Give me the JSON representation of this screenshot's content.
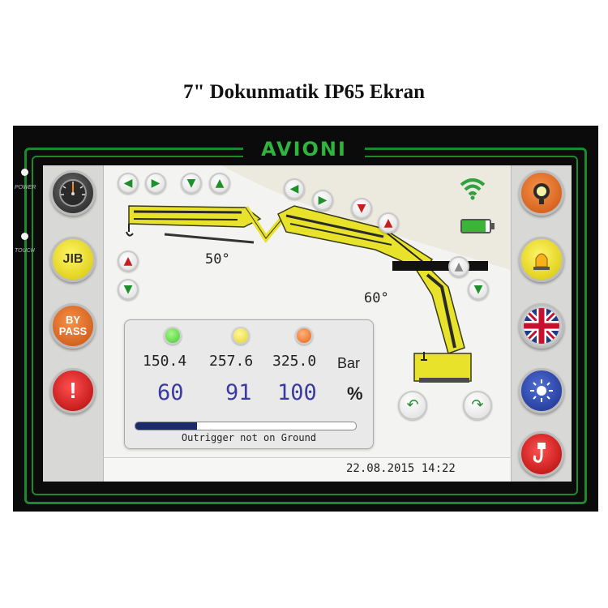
{
  "heading": "7\" Dokunmatik IP65 Ekran",
  "device": {
    "brand": "AVIONI",
    "led_power_label": "POWER",
    "led_touch_label": "TOUCH"
  },
  "left_buttons": [
    {
      "name": "gauge",
      "icon": "gauge-icon",
      "label": ""
    },
    {
      "name": "jib",
      "icon": "",
      "label": "JIB"
    },
    {
      "name": "bypass",
      "icon": "",
      "label_line1": "BY",
      "label_line2": "PASS"
    },
    {
      "name": "alarm",
      "icon": "exclamation-icon",
      "label": "!"
    }
  ],
  "right_buttons": [
    {
      "name": "work-light",
      "icon": "spotlight-icon"
    },
    {
      "name": "beacon",
      "icon": "beacon-icon"
    },
    {
      "name": "language",
      "icon": "uk-flag-icon"
    },
    {
      "name": "brightness",
      "icon": "sun-icon"
    },
    {
      "name": "hook",
      "icon": "crane-hook-icon"
    }
  ],
  "crane": {
    "jib_angle": "50°",
    "boom_angle": "60°",
    "colors": {
      "crane_yellow": "#e8e22a",
      "arrow_green": "#1e8f2b",
      "arrow_red": "#c81e1e"
    }
  },
  "status": {
    "signal_icon": "wifi-signal-icon",
    "battery_icon": "battery-icon",
    "battery_level": 0.85
  },
  "panel": {
    "lamps": [
      "#3ecf2e",
      "#e6d32a",
      "#e8621a"
    ],
    "pressures": [
      "150.4",
      "257.6",
      "325.0"
    ],
    "pressure_unit": "Bar",
    "percents": [
      "60",
      "91",
      "100"
    ],
    "percent_unit": "%",
    "outrigger_progress": 0.28,
    "outrigger_text": "Outrigger not on Ground"
  },
  "datetime": "22.08.2015  14:22"
}
